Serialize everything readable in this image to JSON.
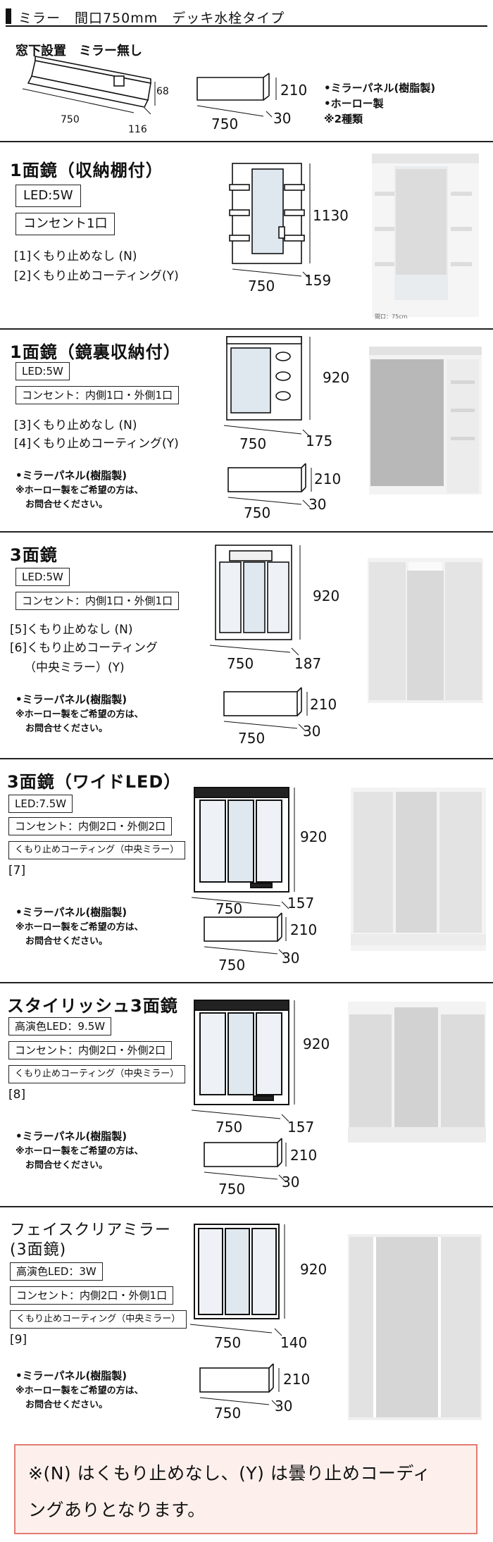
{
  "header": {
    "title": "ミラー　間口750mm　デッキ水栓タイプ"
  },
  "window": {
    "title": "窓下設置　ミラー無し",
    "shelf_dims": [
      "750",
      "116",
      "68"
    ],
    "panel_dims": [
      "210",
      "750",
      "30"
    ],
    "notes": [
      "•ミラーパネル(樹脂製)",
      "•ホーロー製",
      "※2種類"
    ]
  },
  "sec1": {
    "title": "1面鏡（収納棚付）",
    "labels": [
      "LED:5W",
      "コンセント1口"
    ],
    "options": [
      "[1]くもり止めなし (N)",
      "[2]くもり止めコーティング(Y)"
    ],
    "dims": [
      "1130",
      "750",
      "159"
    ],
    "photo_caption": "間口：75cm"
  },
  "sec2": {
    "title": "1面鏡（鏡裏収納付）",
    "labels": [
      "LED:5W",
      "コンセント：内側1口・外側1口"
    ],
    "options": [
      "[3]くもり止めなし (N)",
      "[4]くもり止めコーティング(Y)"
    ],
    "dims": [
      "920",
      "750",
      "175"
    ],
    "panel_note": [
      "•ミラーパネル(樹脂製)",
      "※ホーロー製をご希望の方は、",
      "お問合せください。"
    ],
    "panel_dims": [
      "210",
      "750",
      "30"
    ]
  },
  "sec3": {
    "title": "3面鏡",
    "labels": [
      "LED:5W",
      "コンセント：内側1口・外側1口"
    ],
    "options": [
      "[5]くもり止めなし (N)",
      "[6]くもり止めコーティング",
      "（中央ミラー）(Y)"
    ],
    "dims": [
      "920",
      "750",
      "187"
    ],
    "panel_note": [
      "•ミラーパネル(樹脂製)",
      "※ホーロー製をご希望の方は、",
      "お問合せください。"
    ],
    "panel_dims": [
      "210",
      "750",
      "30"
    ]
  },
  "sec4": {
    "title": "3面鏡（ワイドLED）",
    "labels": [
      "LED:7.5W",
      "コンセント：内側2口・外側2口",
      "くもり止めコーティング（中央ミラー）"
    ],
    "number": "[7]",
    "dims": [
      "920",
      "750",
      "157"
    ],
    "panel_note": [
      "•ミラーパネル(樹脂製)",
      "※ホーロー製をご希望の方は、",
      "お問合せください。"
    ],
    "panel_dims": [
      "210",
      "750",
      "30"
    ]
  },
  "sec5": {
    "title": "スタイリッシュ3面鏡",
    "labels": [
      "高演色LED：9.5W",
      "コンセント：内側2口・外側2口",
      "くもり止めコーティング（中央ミラー）"
    ],
    "number": "[8]",
    "dims": [
      "920",
      "750",
      "157"
    ],
    "panel_note": [
      "•ミラーパネル(樹脂製)",
      "※ホーロー製をご希望の方は、",
      "お問合せください。"
    ],
    "panel_dims": [
      "210",
      "750",
      "30"
    ]
  },
  "sec6": {
    "title": [
      "フェイスクリアミラー",
      "(3面鏡)"
    ],
    "labels": [
      "高演色LED：3W",
      "コンセント：内側2口・外側1口",
      "くもり止めコーティング（中央ミラー）"
    ],
    "number": "[9]",
    "dims": [
      "920",
      "750",
      "140"
    ],
    "panel_note": [
      "•ミラーパネル(樹脂製)",
      "※ホーロー製をご希望の方は、",
      "お問合せください。"
    ],
    "panel_dims": [
      "210",
      "750",
      "30"
    ]
  },
  "note": {
    "lines": [
      "※(N) はくもり止めなし、(Y) は曇り止めコーディ",
      "ングありとなります。"
    ],
    "border_color": "#e37b73",
    "bg_color": "#fdf0ec"
  }
}
